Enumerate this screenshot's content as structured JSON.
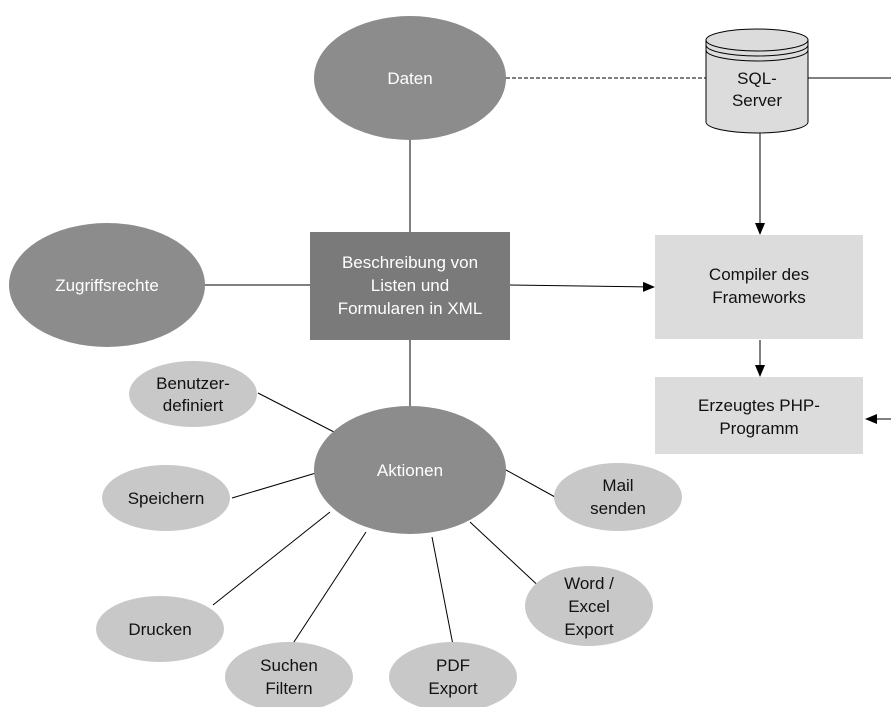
{
  "diagram": {
    "daten": "Daten",
    "sql_server": [
      "SQL-",
      "Server"
    ],
    "zugriffsrechte": "Zugriffsrechte",
    "beschreibung": [
      "Beschreibung von",
      "Listen und",
      "Formularen in XML"
    ],
    "compiler": [
      "Compiler des",
      "Frameworks"
    ],
    "php_programm": [
      "Erzeugtes PHP-",
      "Programm"
    ],
    "aktionen": "Aktionen",
    "benutzerdefiniert": [
      "Benutzer-",
      "definiert"
    ],
    "speichern": "Speichern",
    "mail_senden": [
      "Mail",
      "senden"
    ],
    "word_excel_export": [
      "Word /",
      "Excel",
      "Export"
    ],
    "drucken": "Drucken",
    "suchen_filtern": [
      "Suchen",
      "Filtern"
    ],
    "pdf_export": [
      "PDF",
      "Export"
    ]
  },
  "colors": {
    "dark_node": "#8c8c8c",
    "xml_box": "#7a7a7a",
    "action_node": "#c8c8c8",
    "process_box": "#dcdcdc",
    "line": "#000000"
  }
}
